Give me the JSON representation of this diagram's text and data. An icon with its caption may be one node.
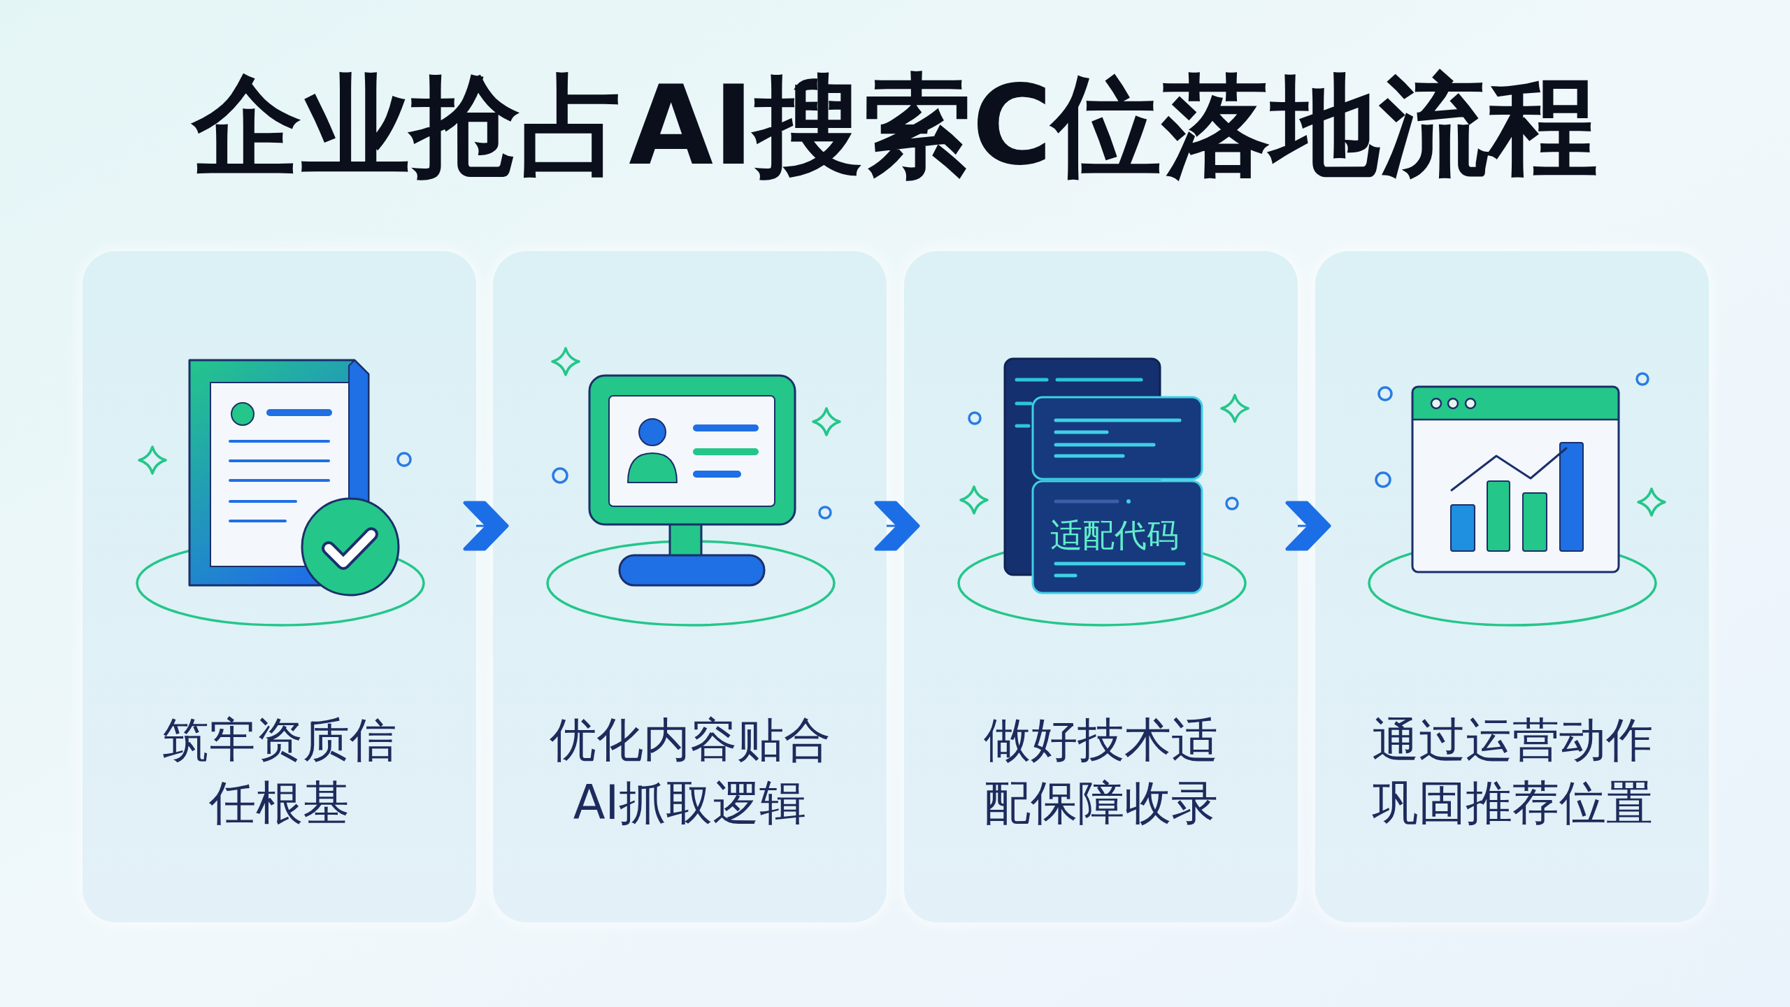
{
  "diagram": {
    "title": "企业抢占AI搜索C位落地流程",
    "nodes": [
      {
        "text": [
          "筑牢资质信任根基"
        ]
      },
      {
        "text": [
          "优化内容贴合AI抓取逻辑"
        ]
      },
      {
        "text": [
          "做好技术适配保障收录"
        ]
      },
      {
        "text": [
          "通过运营动作巩固推荐位置"
        ]
      }
    ],
    "edges": [
      {
        "from": 0,
        "to": 1,
        "arrow": "to"
      },
      {
        "from": 1,
        "to": 2,
        "arrow": "to"
      },
      {
        "from": 2,
        "to": 3,
        "arrow": "to"
      }
    ],
    "labels": [
      "适配代码"
    ]
  }
}
